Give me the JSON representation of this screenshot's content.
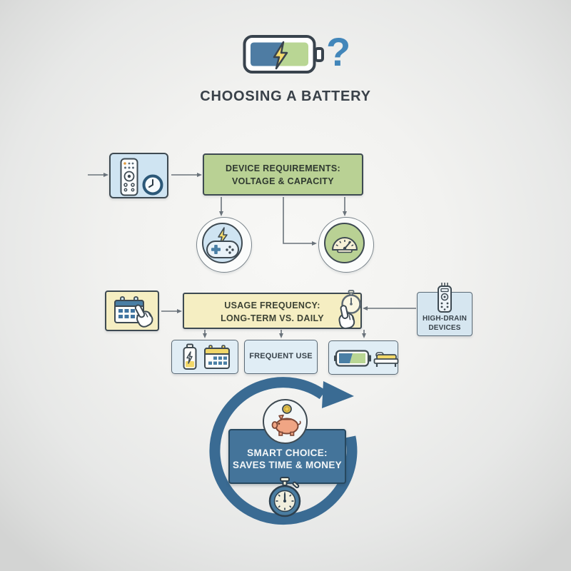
{
  "header": {
    "title": "CHOOSING A BATTERY",
    "question_mark": "?"
  },
  "device_row": {
    "line1": "DEVICE REQUIREMENTS:",
    "line2": "VOLTAGE & CAPACITY"
  },
  "usage_row": {
    "line1": "USAGE FREQUENCY:",
    "line2": "LONG-TERM VS. DAILY",
    "high_drain_line1": "HIGH-DRAIN",
    "high_drain_line2": "DEVICES"
  },
  "options": {
    "frequent_use": "FREQUENT USE"
  },
  "loop": {
    "line1": "SMART CHOICE:",
    "line2": "SAVES TIME & MONEY"
  },
  "colors": {
    "green_box": "#b9d194",
    "yellow_box": "#f5eec2",
    "light_blue_box": "#cfe4f2",
    "pale_blue_box": "#e0edf5",
    "dark_blue_box": "#44749a",
    "loop_arrow_blue": "#3a6b93",
    "question_blue": "#4286ba",
    "battery_blue": "#4e7ca3",
    "battery_green": "#b9d694",
    "bolt_yellow": "#f3da6e",
    "pig_salmon": "#f0a584",
    "coin_yellow": "#ecc94f",
    "outline_dark": "#3e4a52",
    "connector_gray": "#6a737b"
  },
  "icons": {
    "header_battery": "battery-with-lightning-icon",
    "question": "question-mark",
    "device_remote": "remote-control-icon",
    "device_clock": "clock-icon",
    "power_circle": "gamepad-with-lightning-icon",
    "capacity_circle": "gauge-icon",
    "calendar": "calendar-with-pointing-hand-icon",
    "usage_pointer": "stopwatch-with-pointing-hand-icon",
    "high_drain_remote": "remote-control-icon",
    "longterm_option": "battery-and-calendar-icon",
    "standby_option": "battery-and-bed-icon",
    "piggy": "piggy-bank-with-coin-icon",
    "stopwatch": "stopwatch-icon",
    "loop": "circular-arrow-icon"
  }
}
